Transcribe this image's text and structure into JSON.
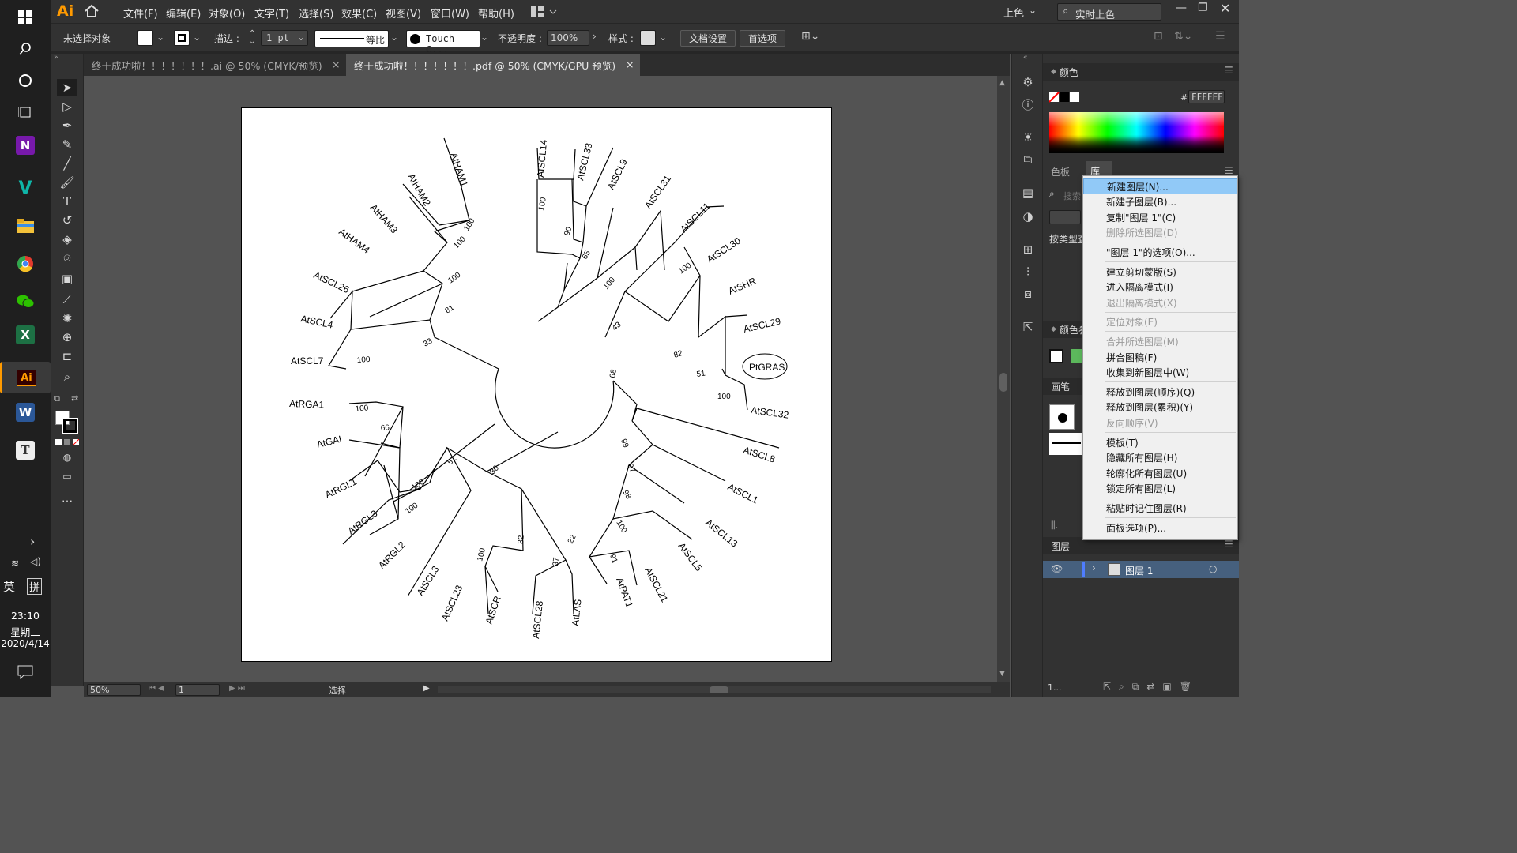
{
  "app": {
    "logo": "Ai",
    "title_window": "Adobe Illustrator"
  },
  "menus": [
    "文件(F)",
    "编辑(E)",
    "对象(O)",
    "文字(T)",
    "选择(S)",
    "效果(C)",
    "视图(V)",
    "窗口(W)",
    "帮助(H)"
  ],
  "topright": {
    "workspace": "上色",
    "search_placeholder": "实时上色"
  },
  "control": {
    "selection": "未选择对象",
    "stroke_label": "描边 :",
    "stroke_value": "1 pt",
    "profile": "等比",
    "brush": "Touch C...",
    "opacity_label": "不透明度 :",
    "opacity_value": "100%",
    "style_label": "样式 :",
    "doc_setup": "文档设置",
    "prefs": "首选项"
  },
  "tabs": [
    {
      "label": "终于成功啦！！！！！！！.ai @ 50% (CMYK/预览)"
    },
    {
      "label": "终于成功啦！！！！！！！.pdf @ 50% (CMYK/GPU 预览)"
    }
  ],
  "status": {
    "zoom": "50%",
    "artboard": "1",
    "tool": "选择"
  },
  "taskbar": {
    "lang": "英",
    "ime": "拼",
    "time": "23:10",
    "weekday": "星期二",
    "date": "2020/4/14"
  },
  "panels": {
    "color": "颜色",
    "hex_prefix": "#",
    "hex": "FFFFFF",
    "swatches": "色板",
    "library": "库",
    "search_hint": "搜索",
    "by_type": "按类型查",
    "color_guide": "颜色参",
    "brushes": "画笔",
    "layers": "图层",
    "layer1": "图层 1",
    "layers_count": "1..."
  },
  "context_menu": [
    {
      "label": "新建图层(N)...",
      "state": "selected"
    },
    {
      "label": "新建子图层(B)...",
      "state": "enabled"
    },
    {
      "label": "复制\"图层 1\"(C)",
      "state": "enabled"
    },
    {
      "label": "删除所选图层(D)",
      "state": "disabled"
    },
    {
      "label": "\"图层 1\"的选项(O)...",
      "state": "enabled",
      "sep_before": true
    },
    {
      "label": "建立剪切蒙版(S)",
      "state": "enabled",
      "sep_before": true
    },
    {
      "label": "进入隔离模式(I)",
      "state": "enabled"
    },
    {
      "label": "退出隔离模式(X)",
      "state": "disabled"
    },
    {
      "label": "定位对象(E)",
      "state": "disabled",
      "sep_before": true
    },
    {
      "label": "合并所选图层(M)",
      "state": "disabled",
      "sep_before": true
    },
    {
      "label": "拼合图稿(F)",
      "state": "enabled"
    },
    {
      "label": "收集到新图层中(W)",
      "state": "enabled"
    },
    {
      "label": "释放到图层(顺序)(Q)",
      "state": "enabled",
      "sep_before": true
    },
    {
      "label": "释放到图层(累积)(Y)",
      "state": "enabled"
    },
    {
      "label": "反向顺序(V)",
      "state": "disabled"
    },
    {
      "label": "模板(T)",
      "state": "enabled",
      "sep_before": true
    },
    {
      "label": "隐藏所有图层(H)",
      "state": "enabled"
    },
    {
      "label": "轮廓化所有图层(U)",
      "state": "enabled"
    },
    {
      "label": "锁定所有图层(L)",
      "state": "enabled"
    },
    {
      "label": "粘贴时记住图层(R)",
      "state": "enabled",
      "sep_before": true
    },
    {
      "label": "面板选项(P)...",
      "state": "enabled",
      "sep_before": true
    }
  ],
  "tree": {
    "leaves": [
      "AtSCL14",
      "AtSCL33",
      "AtSCL9",
      "AtSCL31",
      "AtSCL11",
      "AtSCL30",
      "AtSHR",
      "AtSCL29",
      "PtGRAS",
      "AtSCL32",
      "AtSCL8",
      "AtSCL1",
      "AtSCL13",
      "AtSCL5",
      "AtSCL21",
      "AtPAT1",
      "AtLAS",
      "AtSCL28",
      "AtSCR",
      "AtSCL23",
      "AtSCL3",
      "AtRGL2",
      "AtRGL3",
      "AtRGL1",
      "AtGAI",
      "AtRGA1",
      "AtSCL7",
      "AtSCL4",
      "AtSCL26",
      "AtHAM4",
      "AtHAM3",
      "AtHAM2",
      "AtHAM1"
    ],
    "bootstrap": [
      "100",
      "90",
      "65",
      "100",
      "100",
      "43",
      "82",
      "51",
      "100",
      "68",
      "99",
      "97",
      "98",
      "100",
      "91",
      "22",
      "37",
      "32",
      "100",
      "30",
      "51",
      "100",
      "100",
      "66",
      "100",
      "100",
      "33",
      "81",
      "100",
      "100",
      "100"
    ]
  }
}
